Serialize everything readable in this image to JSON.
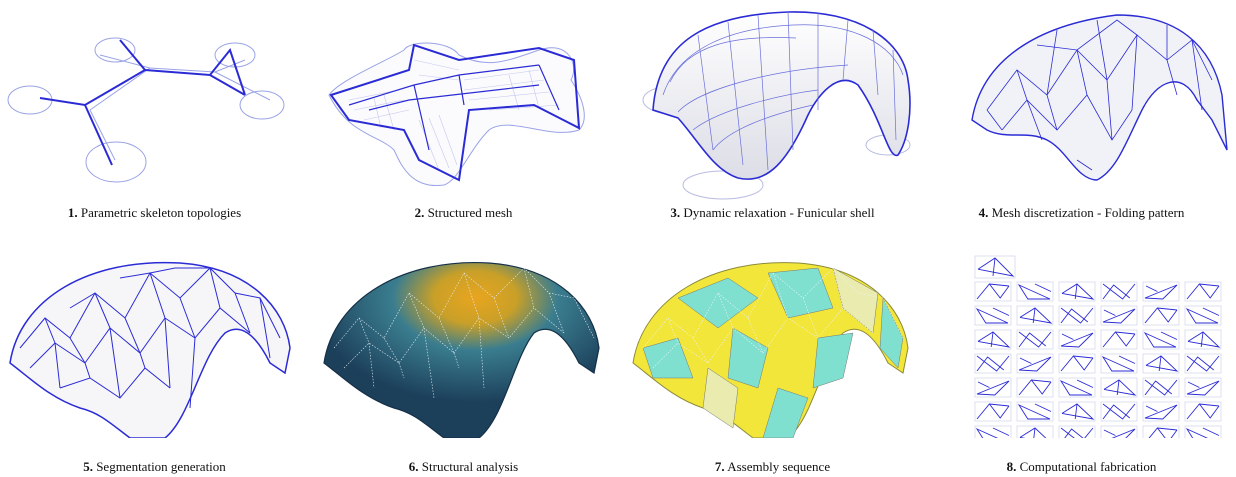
{
  "colors": {
    "mesh_blue": "#2b2bd6",
    "light_blue": "#9aa3e6",
    "shell": "#f0f1f6",
    "dark_teal": "#1f4d6b",
    "gold": "#e0a020",
    "yellow": "#f2e63a",
    "aqua": "#7fe0cf"
  },
  "panels": [
    {
      "num": "1.",
      "label": "Parametric skeleton topologies"
    },
    {
      "num": "2.",
      "label": "Structured mesh"
    },
    {
      "num": "3.",
      "label": "Dynamic relaxation - Funicular shell"
    },
    {
      "num": "4.",
      "label": "Mesh discretization - Folding pattern"
    },
    {
      "num": "5.",
      "label": "Segmentation generation"
    },
    {
      "num": "6.",
      "label": "Structural analysis"
    },
    {
      "num": "7.",
      "label": "Assembly sequence"
    },
    {
      "num": "8.",
      "label": "Computational fabrication"
    }
  ]
}
